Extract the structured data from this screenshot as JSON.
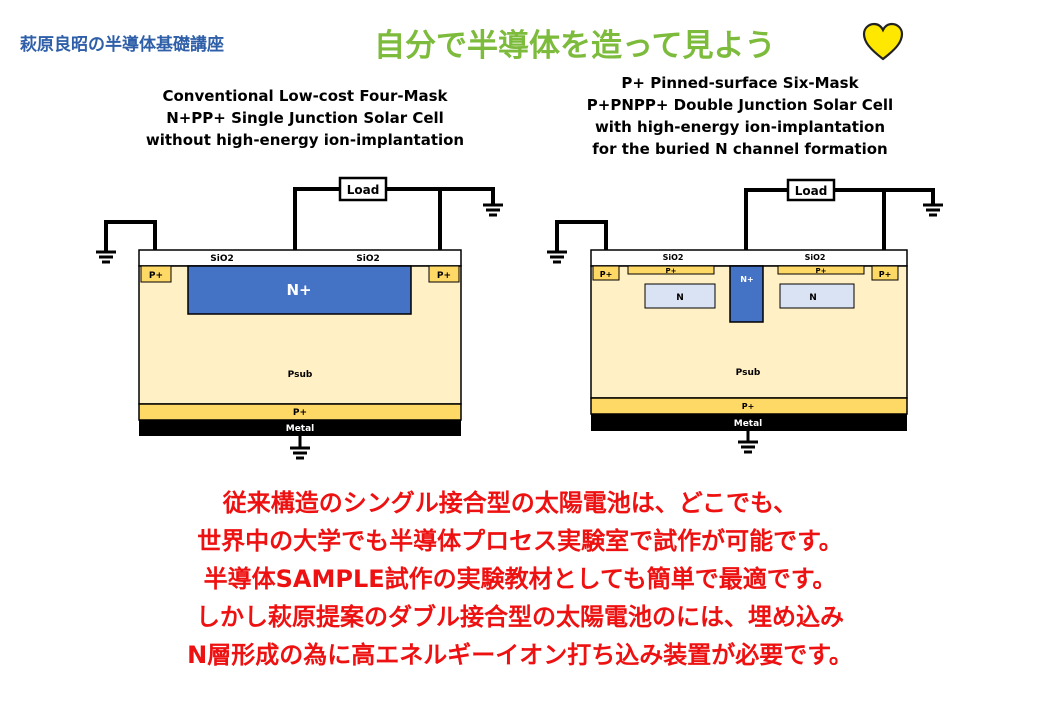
{
  "header": {
    "series_title": "萩原良昭の半導体基礎講座",
    "main_title": "自分で半導体を造って見よう",
    "heart_color": "#ffe800"
  },
  "left_diagram": {
    "caption_lines": [
      "Conventional Low-cost Four-Mask",
      "N+PP+ Single Junction Solar Cell",
      "without high-energy ion-implantation"
    ],
    "load": "Load",
    "sio2_left": "SiO2",
    "sio2_right": "SiO2",
    "p_plus_left": "P+",
    "p_plus_right": "P+",
    "n_plus": "N+",
    "psub": "Psub",
    "p_plus_bottom": "P+",
    "metal": "Metal"
  },
  "right_diagram": {
    "caption_lines": [
      "P+ Pinned-surface Six-Mask",
      "P+PNPP+ Double Junction Solar Cell",
      "with high-energy ion-implantation",
      "for the buried N channel formation"
    ],
    "load": "Load",
    "sio2_left": "SiO2",
    "sio2_right": "SiO2",
    "p_plus_left": "P+",
    "p_plus_surface_left": "P+",
    "n_plus": "N+",
    "p_plus_surface_right": "P+",
    "p_plus_right": "P+",
    "n_left": "N",
    "n_right": "N",
    "psub": "Psub",
    "p_plus_bottom": "P+",
    "metal": "Metal"
  },
  "bottom_text": [
    "従来構造のシングル接合型の太陽電池は、どこでも、",
    "世界中の大学でも半導体プロセス実験室で試作が可能です。",
    "半導体SAMPLE試作の実験教材としても簡単で最適です。",
    "しかし萩原提案のダブル接合型の太陽電池のには、埋め込み",
    "N層形成の為に高エネルギーイオン打ち込み装置が必要です。"
  ],
  "colors": {
    "substrate": "#fff0c6",
    "p_plus": "#ffd966",
    "n_plus": "#4472c4",
    "n_buried": "#dae3f3",
    "metal": "#000000",
    "bottom_text": "#ee1111"
  }
}
